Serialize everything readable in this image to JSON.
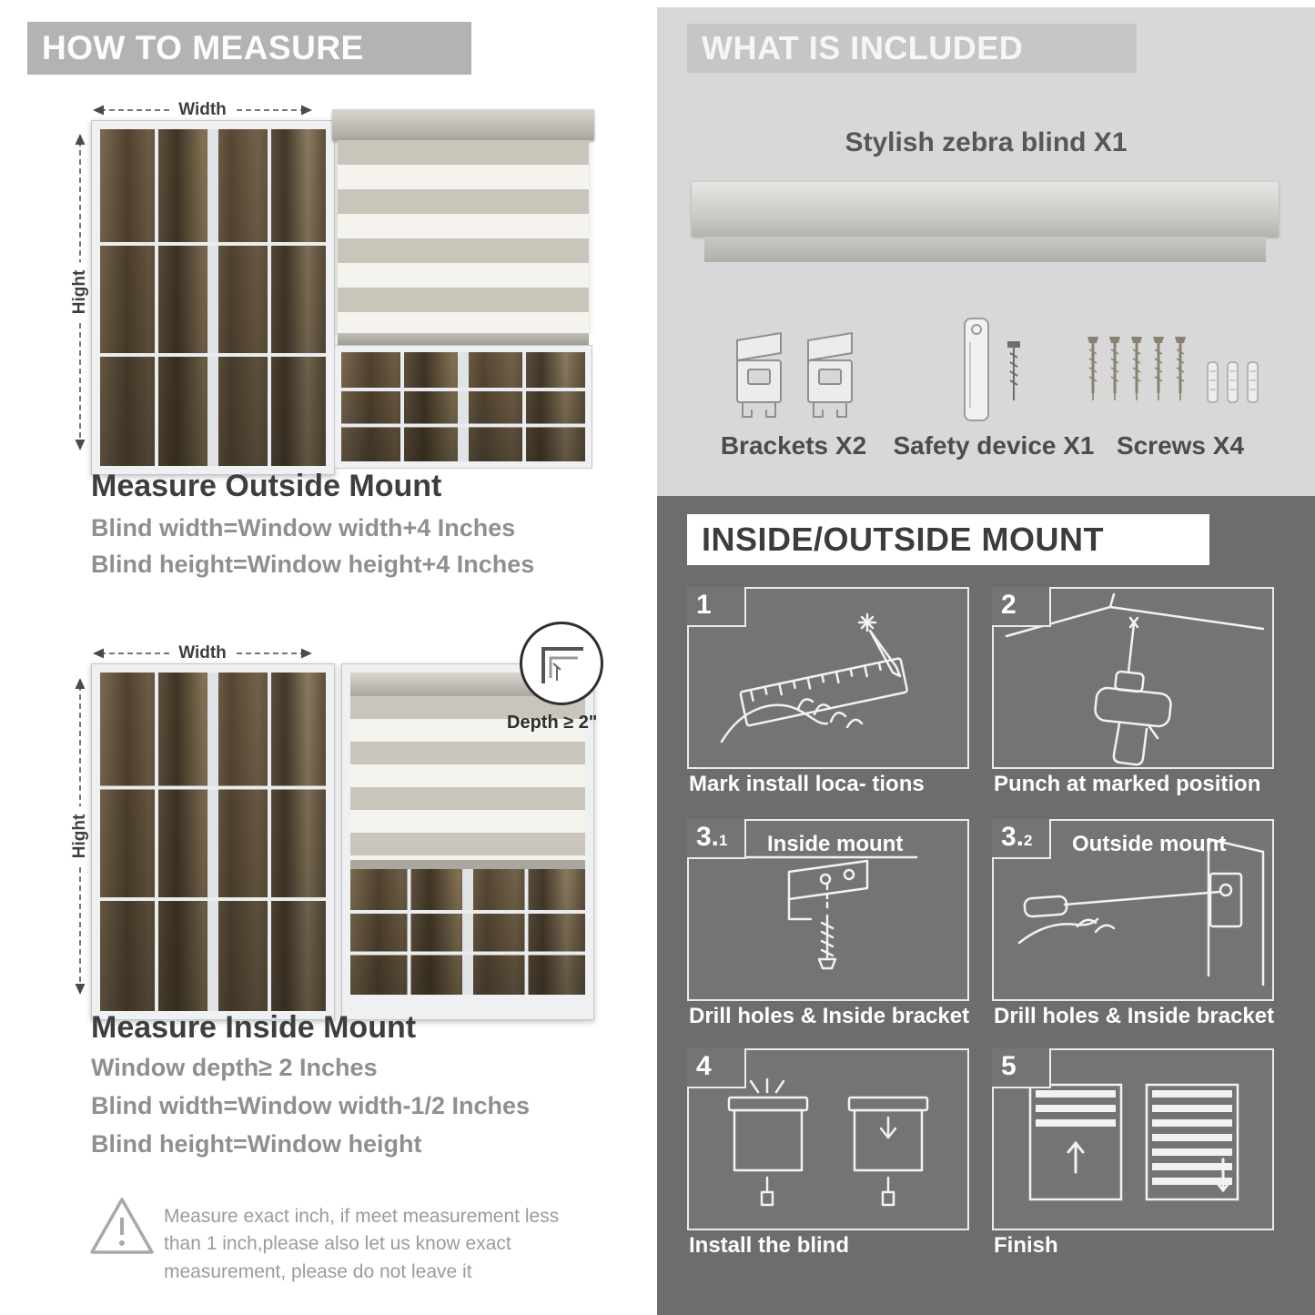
{
  "colors": {
    "banner_gray": "#b3b3b3",
    "light_section_bg": "#d8d8d8",
    "included_banner_bg": "#c6c6c6",
    "dark_section_bg": "#6d6d6d",
    "heading_text": "#3e3e3e",
    "gray_text": "#8f8f8f"
  },
  "left": {
    "header": "HOW TO MEASURE",
    "labels": {
      "width": "Width",
      "height": "Hight"
    },
    "outside": {
      "title": "Measure Outside Mount",
      "line1": "Blind width=Window width+4 Inches",
      "line2": "Blind height=Window height+4 Inches"
    },
    "depth_callout": "Depth ≥ 2\"",
    "inside": {
      "title": "Measure Inside Mount",
      "line1": "Window depth≥ 2 Inches",
      "line2": "Blind width=Window width-1/2 Inches",
      "line3": "Blind height=Window height"
    },
    "warning_text": "Measure exact inch, if meet measurement less than 1 inch,please also let us know exact measurement, please do not leave it"
  },
  "right": {
    "included": {
      "header": "WHAT IS INCLUDED",
      "product": "Stylish zebra blind X1",
      "items": [
        {
          "label": "Brackets X2"
        },
        {
          "label": "Safety device X1"
        },
        {
          "label": "Screws X4"
        }
      ]
    },
    "mount": {
      "header": "INSIDE/OUTSIDE MOUNT",
      "steps": [
        {
          "num": "1",
          "caption": "Mark install loca- tions"
        },
        {
          "num": "2",
          "caption": "Punch at marked position"
        },
        {
          "num": "3.",
          "sub": "1",
          "title": "Inside mount",
          "caption": "Drill holes & Inside bracket"
        },
        {
          "num": "3.",
          "sub": "2",
          "title": "Outside mount",
          "caption": "Drill holes & Inside bracket"
        },
        {
          "num": "4",
          "caption": "Install the blind"
        },
        {
          "num": "5",
          "caption": "Finish"
        }
      ]
    }
  }
}
